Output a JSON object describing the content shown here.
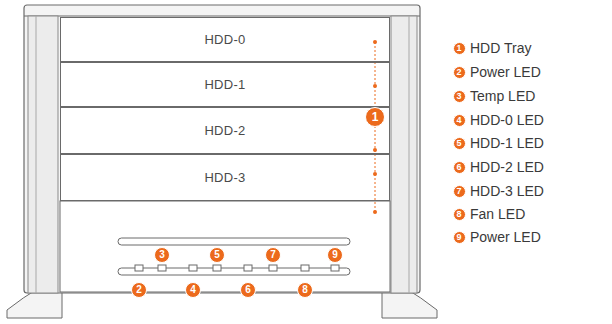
{
  "diagram": {
    "nodes": [
      {
        "text": [
          "HDD-0"
        ]
      },
      {
        "text": [
          "HDD-1"
        ]
      },
      {
        "text": [
          "HDD-2"
        ]
      },
      {
        "text": [
          "HDD-3"
        ]
      }
    ],
    "labels": [
      "1",
      "3",
      "5",
      "7",
      "9",
      "2",
      "4",
      "6",
      "8",
      "1",
      "HDD Tray",
      "2",
      "Power LED",
      "3",
      "Temp LED",
      "4",
      "HDD-0 LED",
      "5",
      "HDD-1 LED",
      "6",
      "HDD-2 LED",
      "7",
      "HDD-3 LED",
      "8",
      "Fan LED",
      "9",
      "Power LED"
    ]
  }
}
